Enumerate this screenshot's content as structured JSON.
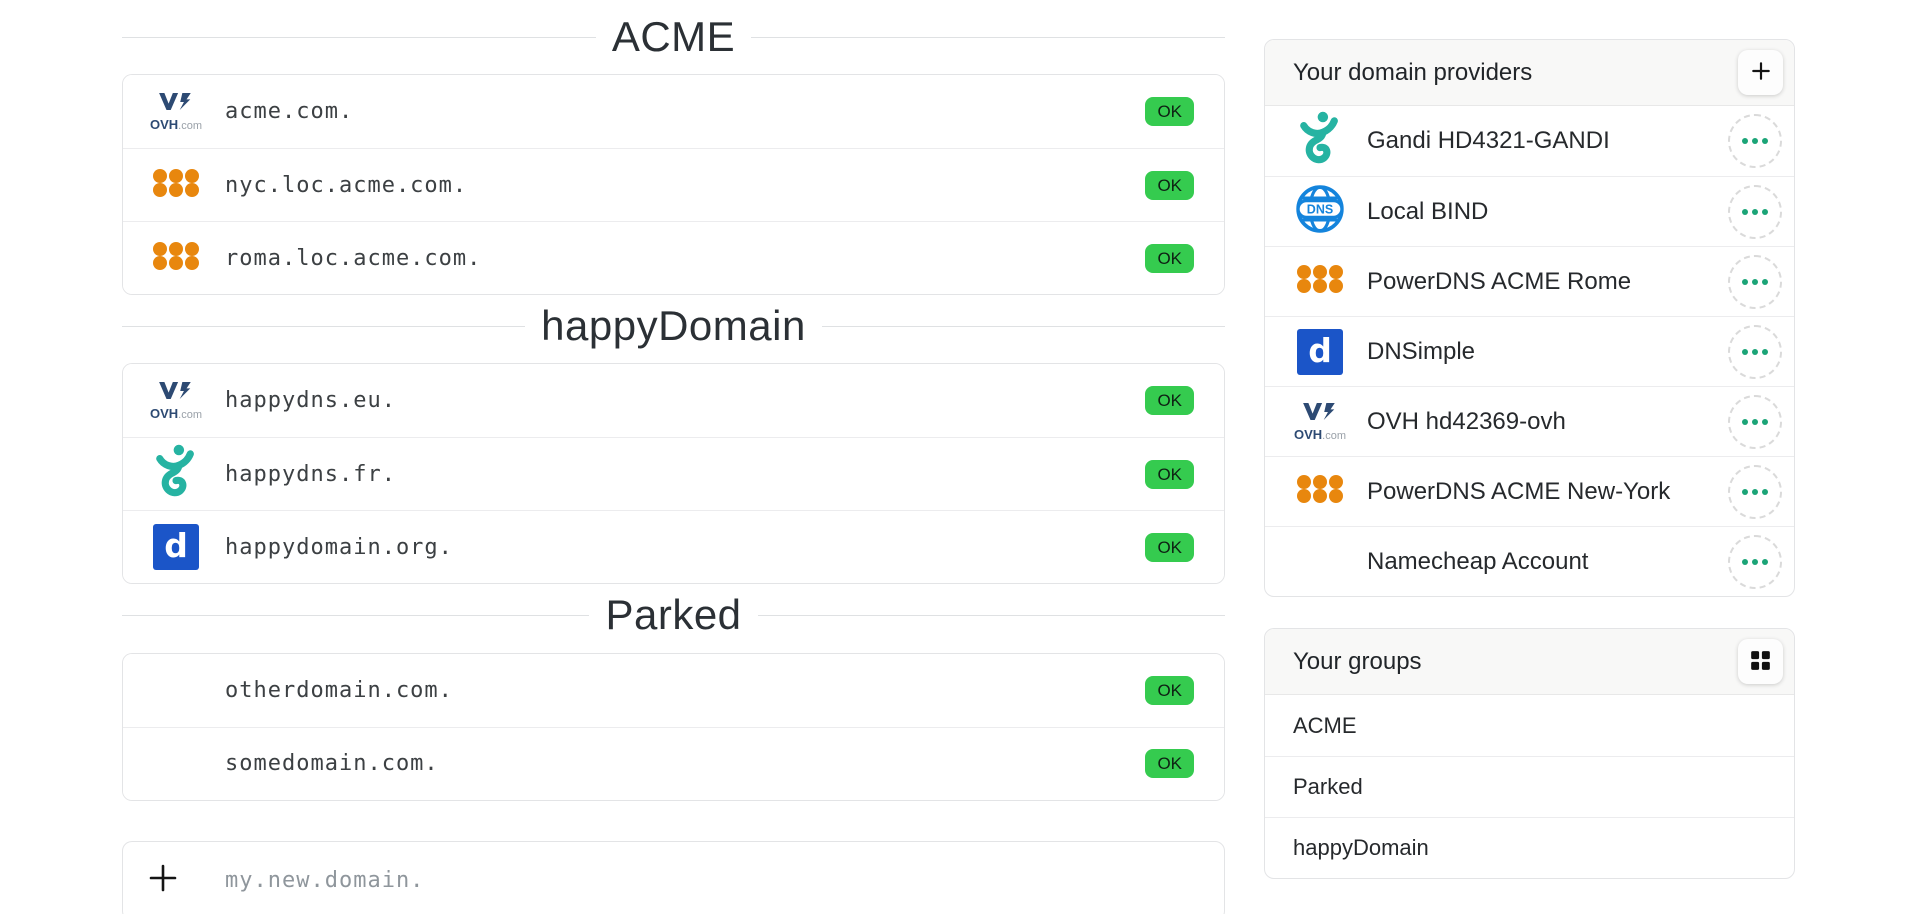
{
  "colors": {
    "badge_ok_bg": "#35cb4f",
    "menu_dots": "#1ba477",
    "powerdns_orange": "#e8870e",
    "gandi_teal": "#26b3a2",
    "bind_blue": "#1484dc",
    "dnsimple_blue": "#1b55c8",
    "ovh_navy": "#2d4a73",
    "namecheap_dark": "#e0391b",
    "namecheap_light": "#ff9d5b"
  },
  "logos": {
    "ovh_bold": "OVH",
    "ovh_suffix": ".com",
    "bind_text": "DNS",
    "dnsimple_letter": "d"
  },
  "groups": [
    {
      "title": "ACME",
      "domains": [
        {
          "name": "acme.com.",
          "provider_icon": "ovh-icon",
          "status": "OK"
        },
        {
          "name": "nyc.loc.acme.com.",
          "provider_icon": "powerdns-icon",
          "status": "OK"
        },
        {
          "name": "roma.loc.acme.com.",
          "provider_icon": "powerdns-icon",
          "status": "OK"
        }
      ]
    },
    {
      "title": "happyDomain",
      "domains": [
        {
          "name": "happydns.eu.",
          "provider_icon": "ovh-icon",
          "status": "OK"
        },
        {
          "name": "happydns.fr.",
          "provider_icon": "gandi-icon",
          "status": "OK"
        },
        {
          "name": "happydomain.org.",
          "provider_icon": "dnsimple-icon",
          "status": "OK"
        }
      ]
    },
    {
      "title": "Parked",
      "domains": [
        {
          "name": "otherdomain.com.",
          "provider_icon": "namecheap-icon",
          "status": "OK"
        },
        {
          "name": "somedomain.com.",
          "provider_icon": "namecheap-icon",
          "status": "OK"
        }
      ]
    }
  ],
  "add_domain": {
    "placeholder": "my.new.domain.",
    "icon": "plus-icon"
  },
  "providers_panel": {
    "title": "Your domain providers",
    "add_button_icon": "plus-icon",
    "row_menu_icon": "ellipsis-icon",
    "items": [
      {
        "name": "Gandi HD4321-GANDI",
        "icon": "gandi-icon"
      },
      {
        "name": "Local BIND",
        "icon": "bind-icon"
      },
      {
        "name": "PowerDNS ACME Rome",
        "icon": "powerdns-icon"
      },
      {
        "name": "DNSimple",
        "icon": "dnsimple-icon"
      },
      {
        "name": "OVH hd42369-ovh",
        "icon": "ovh-icon"
      },
      {
        "name": "PowerDNS ACME New-York",
        "icon": "powerdns-icon"
      },
      {
        "name": "Namecheap Account",
        "icon": "namecheap-icon"
      }
    ]
  },
  "groups_panel": {
    "title": "Your groups",
    "grid_button_icon": "grid-icon",
    "items": [
      {
        "name": "ACME"
      },
      {
        "name": "Parked"
      },
      {
        "name": "happyDomain"
      }
    ]
  }
}
